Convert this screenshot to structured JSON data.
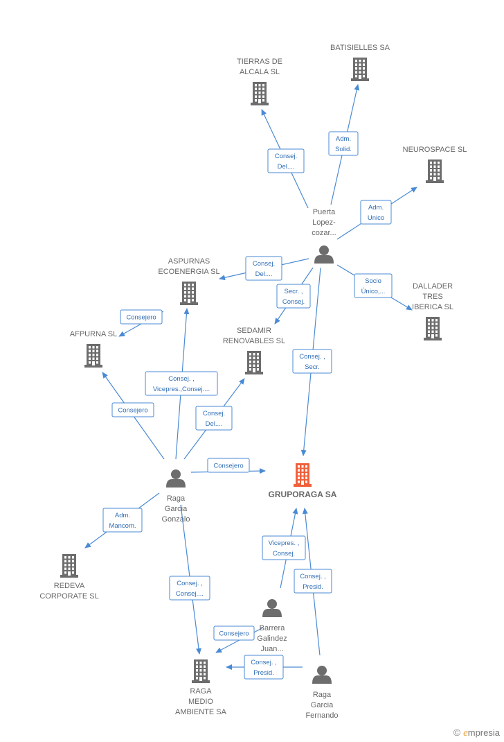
{
  "companies": [
    {
      "id": "tierras",
      "lines": [
        "TIERRAS DE",
        "ALCALA SL"
      ]
    },
    {
      "id": "batisielles",
      "lines": [
        "BATISIELLES SA"
      ]
    },
    {
      "id": "neurospace",
      "lines": [
        "NEUROSPACE SL"
      ]
    },
    {
      "id": "dallader",
      "lines": [
        "DALLADER",
        "TRES",
        "IBERICA SL"
      ]
    },
    {
      "id": "aspurnas",
      "lines": [
        "ASPURNAS",
        "ECOENERGIA SL"
      ]
    },
    {
      "id": "afpurna",
      "lines": [
        "AFPURNA SL"
      ]
    },
    {
      "id": "sedamir",
      "lines": [
        "SEDAMIR",
        "RENOVABLES SL"
      ]
    },
    {
      "id": "gruporaga",
      "lines": [
        "GRUPORAGA SA"
      ]
    },
    {
      "id": "redeva",
      "lines": [
        "REDEVA",
        "CORPORATE SL"
      ]
    },
    {
      "id": "raga_medio",
      "lines": [
        "RAGA",
        "MEDIO",
        "AMBIENTE SA"
      ]
    }
  ],
  "persons": [
    {
      "id": "puerta",
      "lines": [
        "Puerta",
        "Lopez-",
        "cozar..."
      ]
    },
    {
      "id": "raga_gonzalo",
      "lines": [
        "Raga",
        "Garcia",
        "Gonzalo"
      ]
    },
    {
      "id": "barrera",
      "lines": [
        "Barrera",
        "Galindez",
        "Juan..."
      ]
    },
    {
      "id": "raga_fernando",
      "lines": [
        "Raga",
        "Garcia",
        "Fernando"
      ]
    }
  ],
  "edges": [
    {
      "from": "puerta",
      "to": "tierras",
      "lines": [
        "Consej.",
        "Del...."
      ]
    },
    {
      "from": "puerta",
      "to": "batisielles",
      "lines": [
        "Adm.",
        "Solid."
      ]
    },
    {
      "from": "puerta",
      "to": "neurospace",
      "lines": [
        "Adm.",
        "Unico"
      ]
    },
    {
      "from": "puerta",
      "to": "dallader",
      "lines": [
        "Socio",
        "Único,..."
      ]
    },
    {
      "from": "puerta",
      "to": "aspurnas",
      "lines": [
        "Consej.",
        "Del...."
      ]
    },
    {
      "from": "puerta",
      "to": "sedamir",
      "lines": [
        "Secr. ,",
        "Consej."
      ]
    },
    {
      "from": "puerta",
      "to": "gruporaga",
      "lines": [
        "Consej. ,",
        "Secr."
      ]
    },
    {
      "from": "raga_gonzalo",
      "to": "afpurna",
      "lines": [
        "Consejero"
      ]
    },
    {
      "from": "raga_gonzalo",
      "to": "aspurnas",
      "lines": [
        "Consej. ,",
        "Vicepres.,Consej...."
      ]
    },
    {
      "from": "raga_gonzalo",
      "to": "sedamir",
      "lines": [
        "Consej.",
        "Del...."
      ]
    },
    {
      "from": "raga_gonzalo",
      "to": "gruporaga",
      "lines": [
        "Consejero"
      ]
    },
    {
      "from": "raga_gonzalo",
      "to": "redeva",
      "lines": [
        "Adm.",
        "Mancom."
      ]
    },
    {
      "from": "raga_gonzalo",
      "to": "raga_medio",
      "lines": [
        "Consej. ,",
        "Consej...."
      ]
    },
    {
      "from": "aspurnas",
      "to": "afpurna",
      "lines": [
        "Consejero"
      ]
    },
    {
      "from": "barrera",
      "to": "gruporaga",
      "lines": [
        "Vicepres. ,",
        "Consej."
      ]
    },
    {
      "from": "barrera",
      "to": "raga_medio",
      "lines": [
        "Consejero"
      ]
    },
    {
      "from": "raga_fernando",
      "to": "gruporaga",
      "lines": [
        "Consej. ,",
        "Presid."
      ]
    },
    {
      "from": "raga_fernando",
      "to": "raga_medio",
      "lines": [
        "Consej. ,",
        "Presid."
      ]
    }
  ],
  "colors": {
    "edge": "#4a8ad4",
    "building": "#6d6d6d",
    "focus_building": "#f0603a",
    "person": "#6d6d6d"
  },
  "footer": {
    "copyright_symbol": "©",
    "brand_initial": "e",
    "brand_rest": "mpresia"
  }
}
